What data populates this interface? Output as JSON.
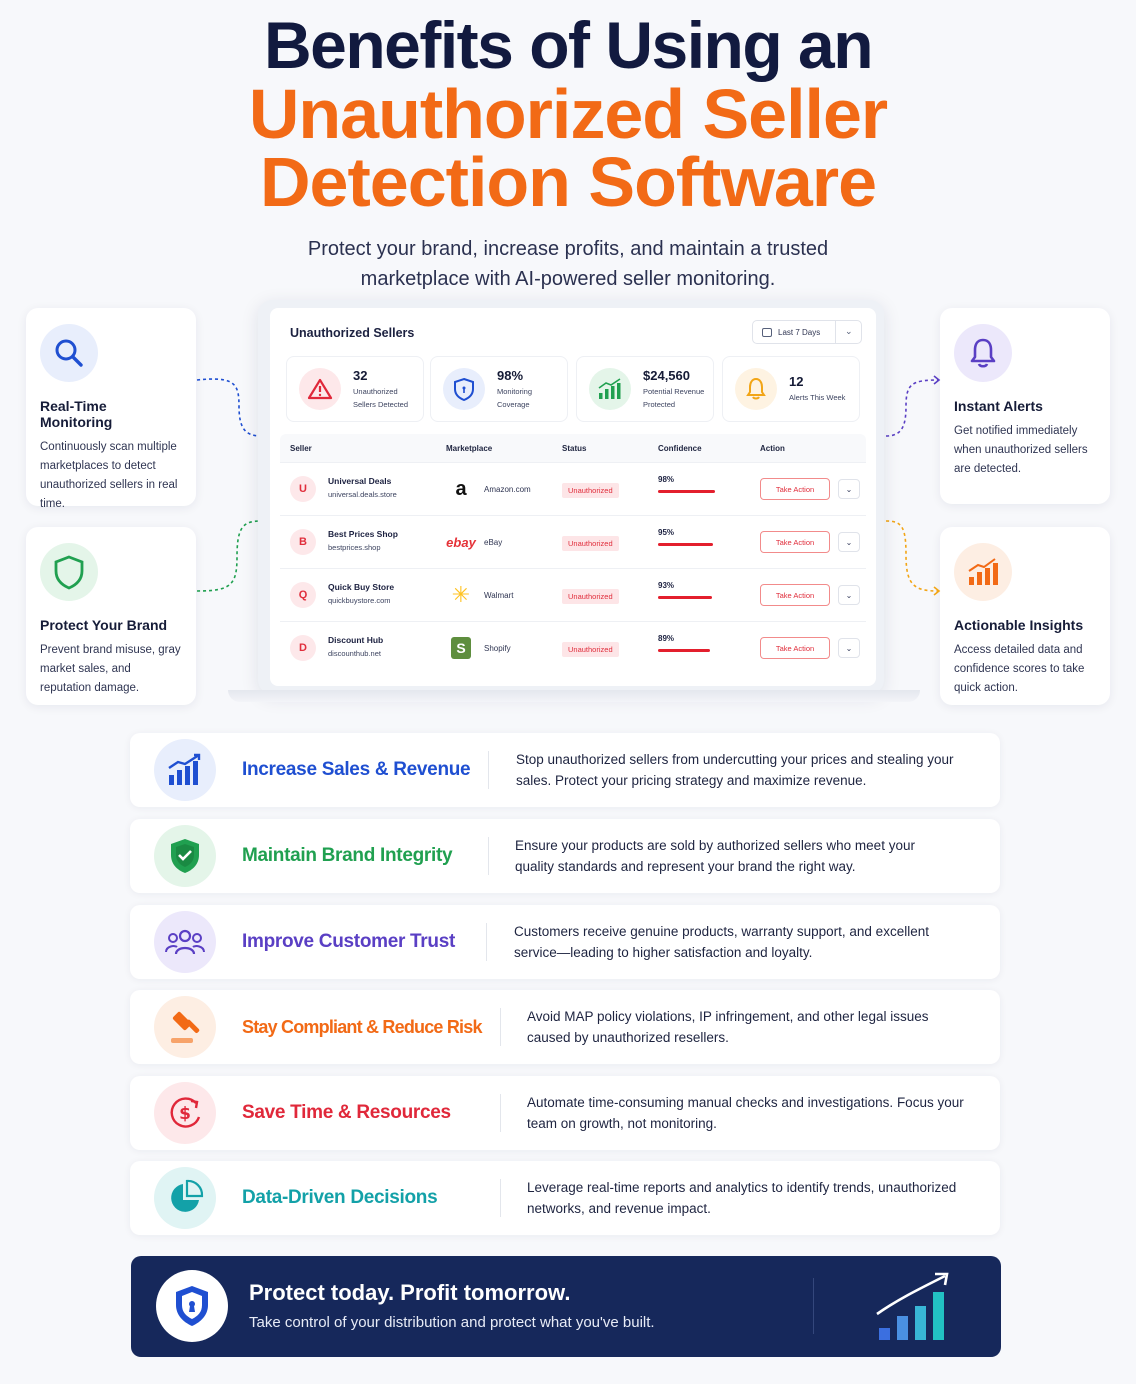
{
  "header": {
    "title_line1": "Benefits of Using an",
    "title_line2": "Unauthorized Seller",
    "title_line3": "Detection Software",
    "subtitle": "Protect your brand, increase profits, and maintain a trusted marketplace with AI-powered seller monitoring."
  },
  "side_cards": {
    "realtime": {
      "title": "Real-Time Monitoring",
      "desc": "Continuously scan multiple marketplaces to detect unauthorized sellers in real time.",
      "icon": "search-icon"
    },
    "protect": {
      "title": "Protect Your Brand",
      "desc": "Prevent brand misuse, gray market sales, and reputation damage.",
      "icon": "shield-icon"
    },
    "alerts": {
      "title": "Instant Alerts",
      "desc": "Get notified immediately when unauthorized sellers are detected.",
      "icon": "bell-icon"
    },
    "insights": {
      "title": "Actionable Insights",
      "desc": "Access detailed data and confidence scores to take quick action.",
      "icon": "chart-icon"
    }
  },
  "dashboard": {
    "title": "Unauthorized Sellers",
    "range": "Last 7 Days",
    "stats": [
      {
        "value": "32",
        "label1": "Unauthorized",
        "label2": "Sellers Detected"
      },
      {
        "value": "98%",
        "label1": "Monitoring",
        "label2": "Coverage"
      },
      {
        "value": "$24,560",
        "label1": "Potential Revenue",
        "label2": "Protected"
      },
      {
        "value": "12",
        "label1": "Alerts This Week",
        "label2": ""
      }
    ],
    "columns": [
      "Seller",
      "Marketplace",
      "Status",
      "Confidence",
      "Action"
    ],
    "rows": [
      {
        "initial": "U",
        "name": "Universal Deals",
        "url": "universal.deals.store",
        "logo": "a",
        "market": "Amazon.com",
        "status": "Unauthorized",
        "confidence": "98%",
        "confidence_value": 98,
        "action": "Take Action"
      },
      {
        "initial": "B",
        "name": "Best Prices Shop",
        "url": "bestprices.shop",
        "logo": "ebay",
        "market": "eBay",
        "status": "Unauthorized",
        "confidence": "95%",
        "confidence_value": 95,
        "action": "Take Action"
      },
      {
        "initial": "Q",
        "name": "Quick Buy Store",
        "url": "quickbuystore.com",
        "logo": "✳",
        "market": "Walmart",
        "status": "Unauthorized",
        "confidence": "93%",
        "confidence_value": 93,
        "action": "Take Action"
      },
      {
        "initial": "D",
        "name": "Discount Hub",
        "url": "discounthub.net",
        "logo": "S",
        "market": "Shopify",
        "status": "Unauthorized",
        "confidence": "89%",
        "confidence_value": 89,
        "action": "Take Action"
      }
    ]
  },
  "benefits": [
    {
      "title": "Increase Sales & Revenue",
      "desc": "Stop unauthorized sellers from undercutting your prices and stealing your sales. Protect your pricing strategy and maximize revenue.",
      "color": "#1f4fd1",
      "icon": "growth-chart-icon"
    },
    {
      "title": "Maintain Brand Integrity",
      "desc": "Ensure your products are sold by authorized sellers who meet your quality standards and represent your brand the right way.",
      "color": "#20a050",
      "icon": "shield-check-icon"
    },
    {
      "title": "Improve Customer Trust",
      "desc": "Customers receive genuine products, warranty support, and excellent service—leading to higher satisfaction and loyalty.",
      "color": "#5a3fc4",
      "icon": "users-icon"
    },
    {
      "title": "Stay Compliant & Reduce Risk",
      "desc": "Avoid MAP policy violations, IP infringement, and other legal issues caused by unauthorized resellers.",
      "color": "#f26a16",
      "icon": "gavel-icon"
    },
    {
      "title": "Save Time & Resources",
      "desc": "Automate time-consuming manual checks and investigations. Focus your team on growth, not monitoring.",
      "color": "#e0283a",
      "icon": "dollar-cycle-icon"
    },
    {
      "title": "Data-Driven Decisions",
      "desc": "Leverage real-time reports and analytics to identify trends, unauthorized networks, and revenue impact.",
      "color": "#13a1a8",
      "icon": "pie-chart-icon"
    }
  ],
  "footer": {
    "title": "Protect today. Profit tomorrow.",
    "desc": "Take control of your distribution and protect what you've built."
  }
}
